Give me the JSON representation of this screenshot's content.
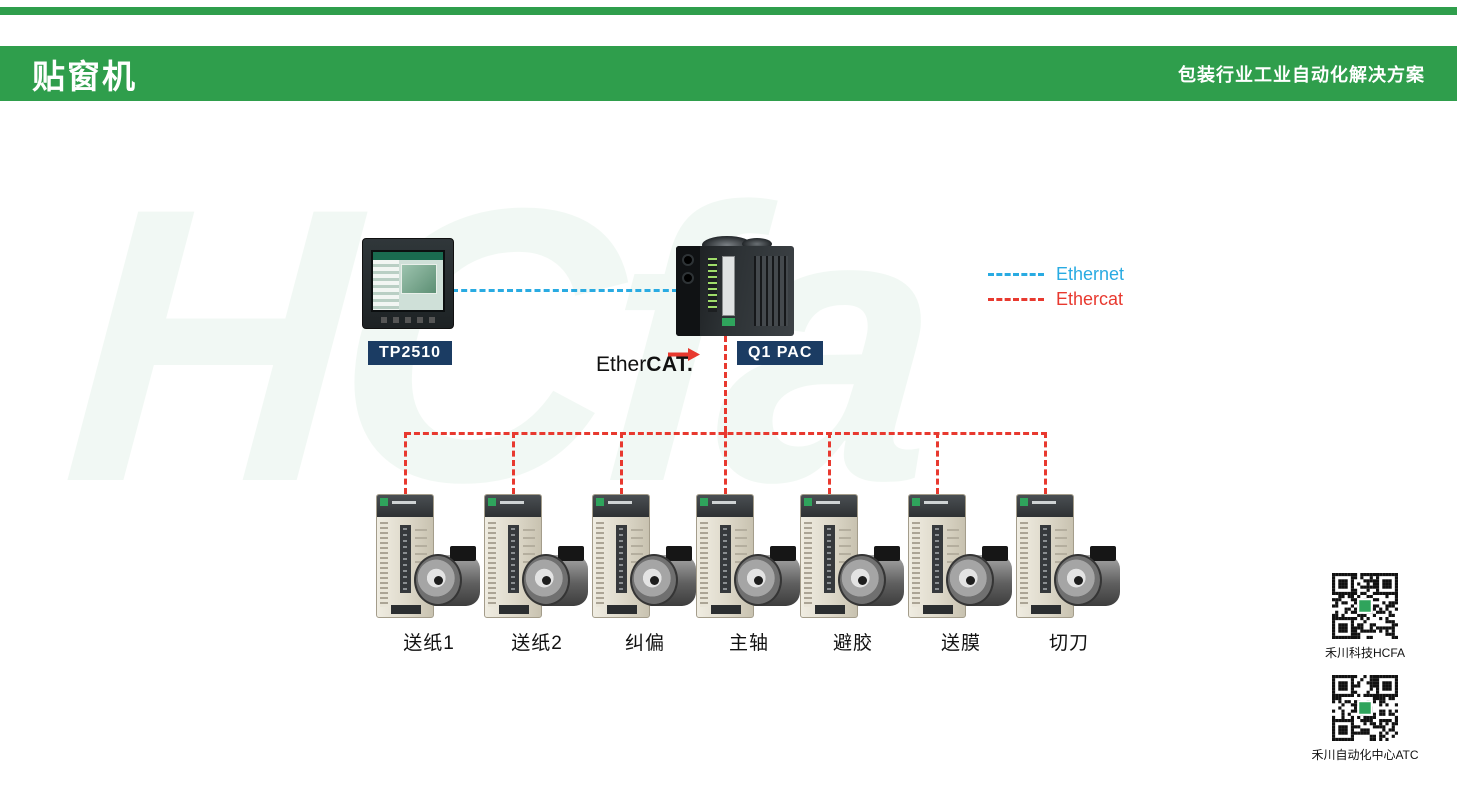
{
  "header": {
    "title": "贴窗机",
    "subtitle": "包装行业工业自动化解决方案"
  },
  "watermark": {
    "text": "HCfa"
  },
  "devices": {
    "hmi": {
      "label": "TP2510"
    },
    "controller": {
      "label": "Q1 PAC"
    },
    "ethercat_logo": {
      "text_regular": "Ether",
      "text_bold": "CAT."
    },
    "servos": [
      {
        "label": "送纸1"
      },
      {
        "label": "送纸2"
      },
      {
        "label": "纠偏"
      },
      {
        "label": "主轴"
      },
      {
        "label": "避胶"
      },
      {
        "label": "送膜"
      },
      {
        "label": "切刀"
      }
    ]
  },
  "legend": {
    "items": [
      {
        "label": "Ethernet",
        "color": "#29abe2",
        "style": "dashed"
      },
      {
        "label": "Ethercat",
        "color": "#e8392f",
        "style": "dashed"
      }
    ]
  },
  "qr": [
    {
      "caption": "禾川科技HCFA"
    },
    {
      "caption": "禾川自动化中心ATC"
    }
  ],
  "colors": {
    "header_green": "#2f9e4c",
    "label_navy": "#1b3c63",
    "ethernet_blue": "#29abe2",
    "ethercat_red": "#e8392f"
  }
}
